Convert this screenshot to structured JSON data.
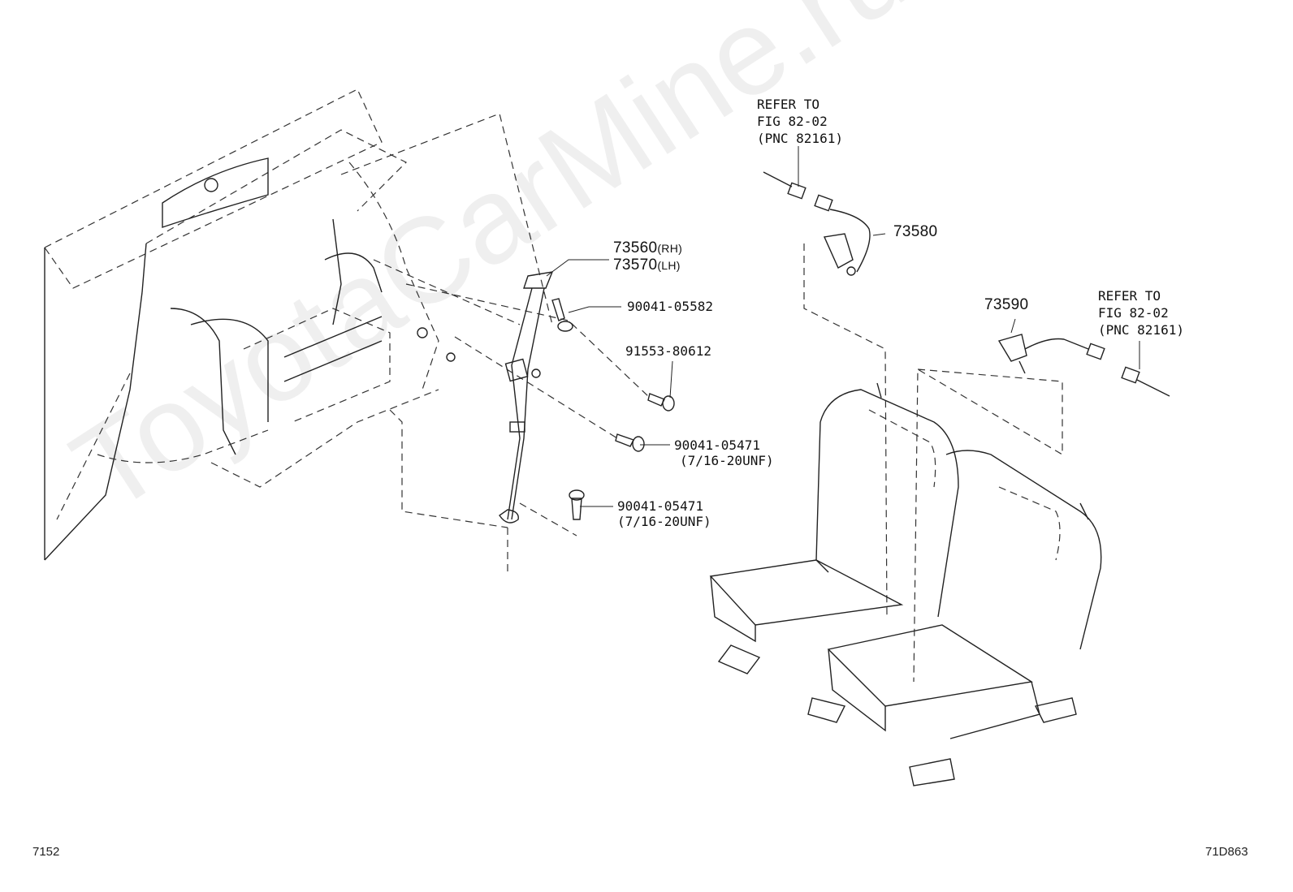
{
  "callouts": {
    "belt_rh": "73560",
    "belt_rh_suffix": "(RH)",
    "belt_lh": "73570",
    "belt_lh_suffix": "(LH)",
    "bolt_a": "90041-05582",
    "bolt_b": "91553-80612",
    "bolt_c": "90041-05471",
    "bolt_c_thread": "(7/16-20UNF)",
    "bolt_d": "90041-05471",
    "bolt_d_thread": "(7/16-20UNF)",
    "buckle_right": "73580",
    "buckle_left": "73590"
  },
  "refer_notes": {
    "top": {
      "line1": "REFER TO",
      "line2": "FIG 82-02",
      "line3": "(PNC 82161)"
    },
    "right": {
      "line1": "REFER TO",
      "line2": "FIG 82-02",
      "line3": "(PNC 82161)"
    }
  },
  "footer": {
    "left_code": "7152",
    "right_code": "71D863"
  },
  "watermark": "ToyotaCarMine.ru",
  "colors": {
    "ink": "#222222",
    "watermark": "#000000"
  }
}
